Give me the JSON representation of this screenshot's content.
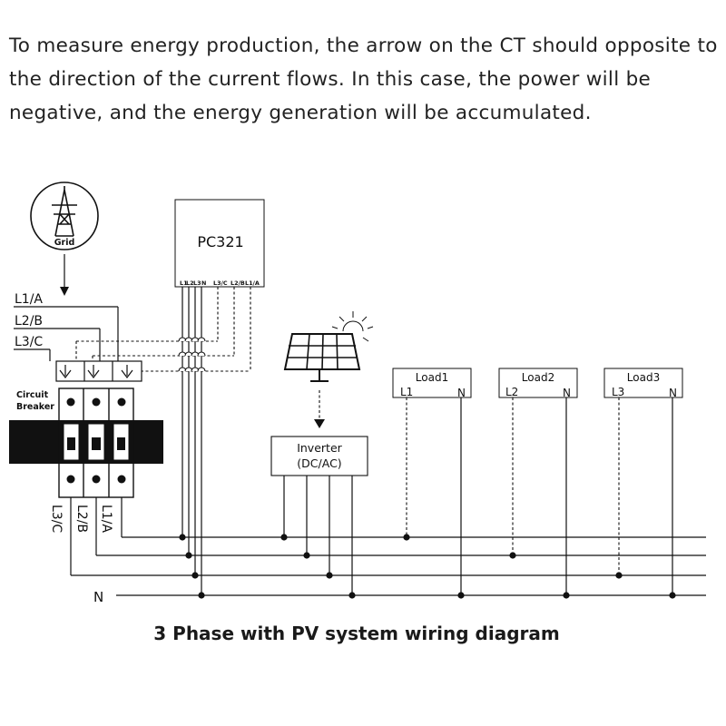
{
  "intro_text": "To measure energy production, the arrow on the CT should opposite to the direction of the current flows. In this case, the power will be negative, and the energy generation will be accumulated.",
  "grid_label": "Grid",
  "meter": {
    "model": "PC321",
    "terminals": [
      "L1",
      "L2",
      "L3",
      "N",
      "L3/C",
      "L2/B",
      "L1/A"
    ]
  },
  "lines_in": [
    "L1/A",
    "L2/B",
    "L3/C"
  ],
  "breaker_label": [
    "Circuit",
    "Breaker"
  ],
  "breaker_outputs": [
    "L3/C",
    "L2/B",
    "L1/A"
  ],
  "inverter": [
    "Inverter",
    "(DC/AC)"
  ],
  "loads": [
    {
      "name": "Load1",
      "line": "L1",
      "neutral": "N"
    },
    {
      "name": "Load2",
      "line": "L2",
      "neutral": "N"
    },
    {
      "name": "Load3",
      "line": "L3",
      "neutral": "N"
    }
  ],
  "neutral_label": "N",
  "caption": "3 Phase with PV system wiring diagram"
}
